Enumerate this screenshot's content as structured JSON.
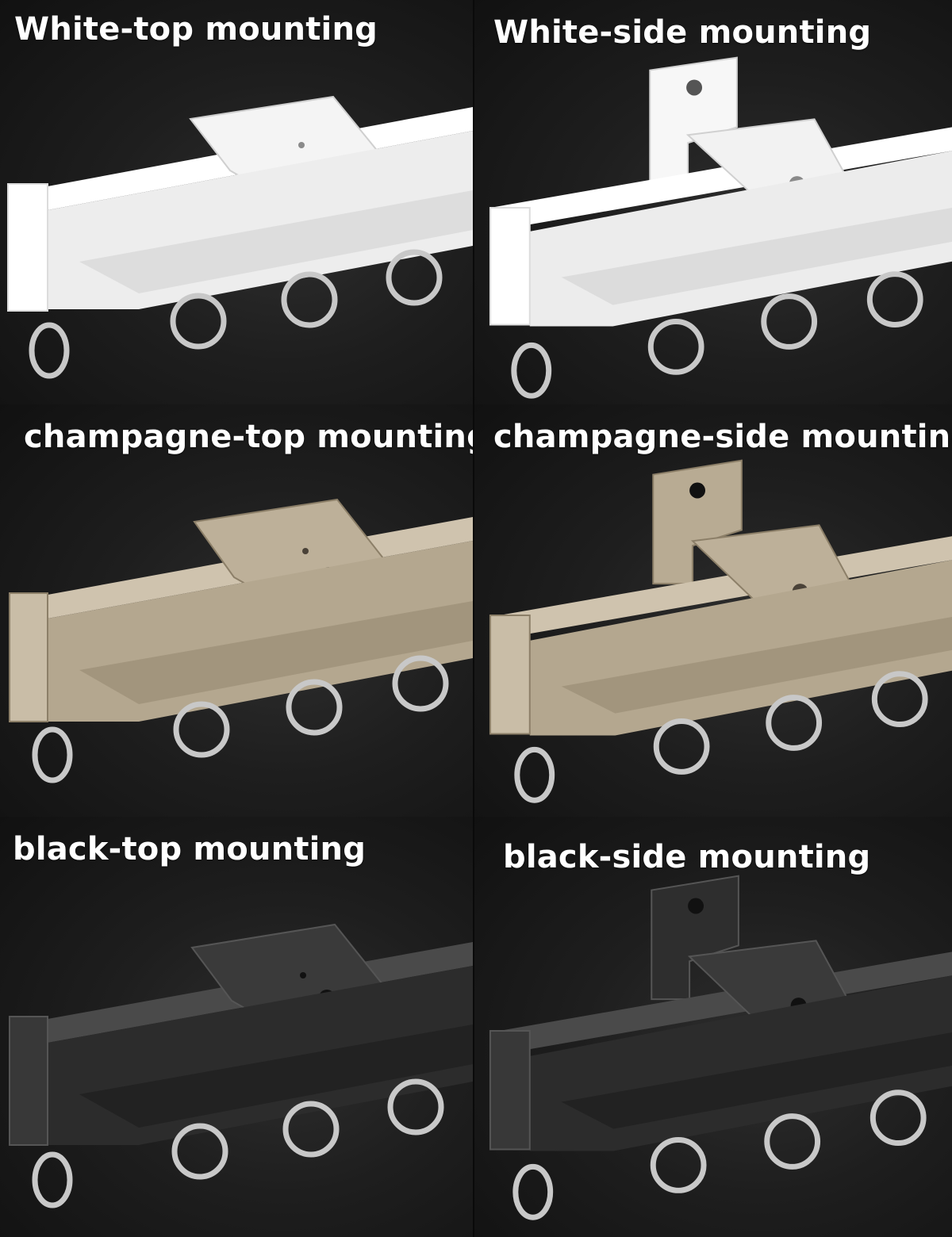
{
  "panels": [
    {
      "label": "White-top mounting",
      "finish": "white",
      "mount": "top"
    },
    {
      "label": "White-side mounting",
      "finish": "white",
      "mount": "side"
    },
    {
      "label": "champagne-top mounting",
      "finish": "champagne",
      "mount": "top"
    },
    {
      "label": "champagne-side mounting",
      "finish": "champagne",
      "mount": "side"
    },
    {
      "label": "black-top mounting",
      "finish": "black",
      "mount": "top"
    },
    {
      "label": "black-side mounting",
      "finish": "black",
      "mount": "side"
    }
  ],
  "colors": {
    "white": {
      "light": "#ffffff",
      "mid": "#ececec",
      "dark": "#c9c9c9"
    },
    "champagne": {
      "light": "#cfc3ae",
      "mid": "#b4a78f",
      "dark": "#8c7f68"
    },
    "black": {
      "light": "#4a4a4a",
      "mid": "#2c2c2c",
      "dark": "#161616"
    },
    "ring": "#c8c8c8",
    "background": "#1e1e1e"
  }
}
